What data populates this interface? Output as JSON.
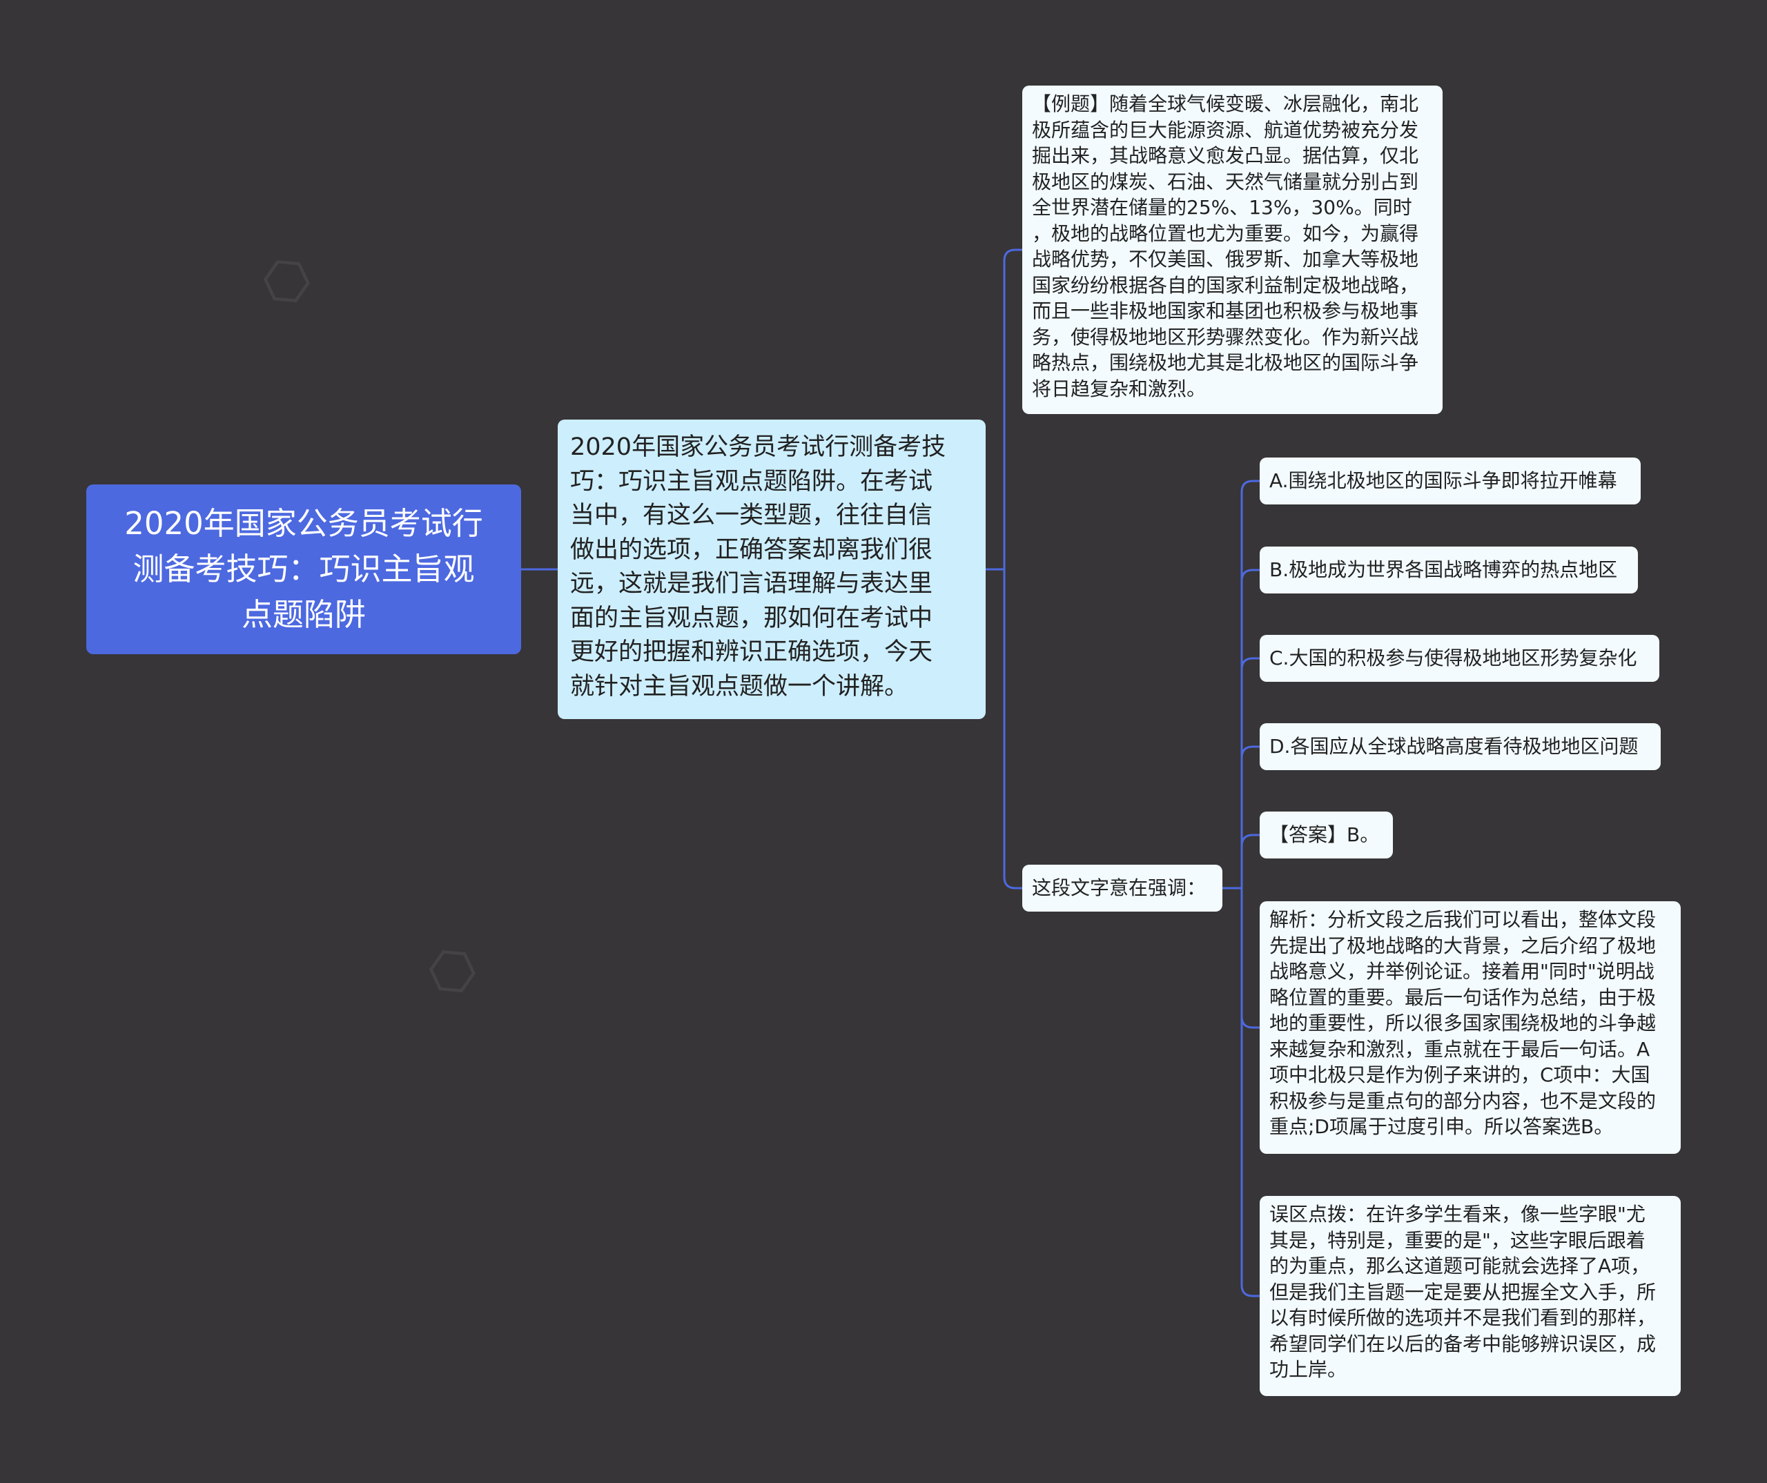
{
  "colors": {
    "background": "#373537",
    "root_fill": "#4d69e0",
    "main_fill": "#cdeefd",
    "leaf_fill": "#f3fbfe",
    "connector": "#4d69e0"
  },
  "nodes": {
    "root": "2020年国家公务员考试行\n测备考技巧：巧识主旨观\n点题陷阱",
    "main": "2020年国家公务员考试行测备考技\n巧：巧识主旨观点题陷阱。在考试\n当中，有这么一类型题，往往自信\n做出的选项，正确答案却离我们很\n远，这就是我们言语理解与表达里\n面的主旨观点题，那如何在考试中\n更好的把握和辨识正确选项，今天\n就针对主旨观点题做一个讲解。",
    "example": "【例题】随着全球气候变暖、冰层融化，南北\n极所蕴含的巨大能源资源、航道优势被充分发\n掘出来，其战略意义愈发凸显。据估算，仅北\n极地区的煤炭、石油、天然气储量就分别占到\n全世界潜在储量的25%、13%，30%。同时\n，极地的战略位置也尤为重要。如今，为赢得\n战略优势，不仅美国、俄罗斯、加拿大等极地\n国家纷纷根据各自的国家利益制定极地战略，\n而且一些非极地国家和基团也积极参与极地事\n务，使得极地地区形势骤然变化。作为新兴战\n略热点，围绕极地尤其是北极地区的国际斗争\n将日趋复杂和激烈。",
    "emphasis": "这段文字意在强调：",
    "option_a": "A.围绕北极地区的国际斗争即将拉开帷幕",
    "option_b": "B.极地成为世界各国战略博弈的热点地区",
    "option_c": "C.大国的积极参与使得极地地区形势复杂化",
    "option_d": "D.各国应从全球战略高度看待极地地区问题",
    "answer": "【答案】B。",
    "analysis": "解析：分析文段之后我们可以看出，整体文段\n先提出了极地战略的大背景，之后介绍了极地\n战略意义，并举例论证。接着用\"同时\"说明战\n略位置的重要。最后一句话作为总结，由于极\n地的重要性，所以很多国家围绕极地的斗争越\n来越复杂和激烈，重点就在于最后一句话。A\n项中北极只是作为例子来讲的，C项中：大国\n积极参与是重点句的部分内容，也不是文段的\n重点;D项属于过度引申。所以答案选B。",
    "pitfall": "误区点拨：在许多学生看来，像一些字眼\"尤\n其是，特别是，重要的是\"，这些字眼后跟着\n的为重点，那么这道题可能就会选择了A项，\n但是我们主旨题一定是要从把握全文入手，所\n以有时候所做的选项并不是我们看到的那样，\n希望同学们在以后的备考中能够辨识误区，成\n功上岸。"
  }
}
